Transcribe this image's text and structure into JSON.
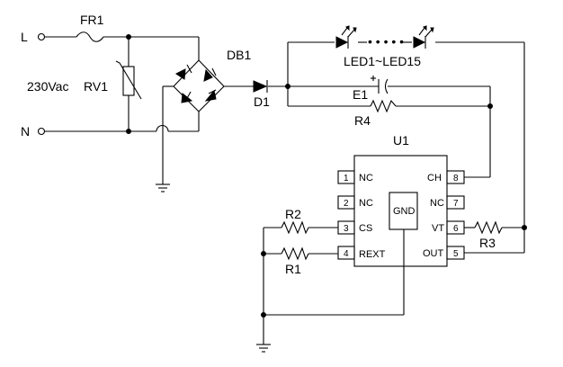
{
  "labels": {
    "terminal_L": "L",
    "terminal_N": "N",
    "fuse": "FR1",
    "varistor": "RV1",
    "supply": "230Vac",
    "bridge": "DB1",
    "diode": "D1",
    "led_string": "LED1~LED15",
    "capacitor": "E1",
    "r4": "R4",
    "r2": "R2",
    "r1": "R1",
    "r3": "R3",
    "ic": "U1",
    "gnd_pad": "GND"
  },
  "ic_pins": {
    "p1": {
      "num": "1",
      "name": "NC"
    },
    "p2": {
      "num": "2",
      "name": "NC"
    },
    "p3": {
      "num": "3",
      "name": "CS"
    },
    "p4": {
      "num": "4",
      "name": "REXT"
    },
    "p5": {
      "num": "5",
      "name": "OUT"
    },
    "p6": {
      "num": "6",
      "name": "VT"
    },
    "p7": {
      "num": "7",
      "name": "NC"
    },
    "p8": {
      "num": "8",
      "name": "CH"
    }
  },
  "led_dots": "• • • • •"
}
